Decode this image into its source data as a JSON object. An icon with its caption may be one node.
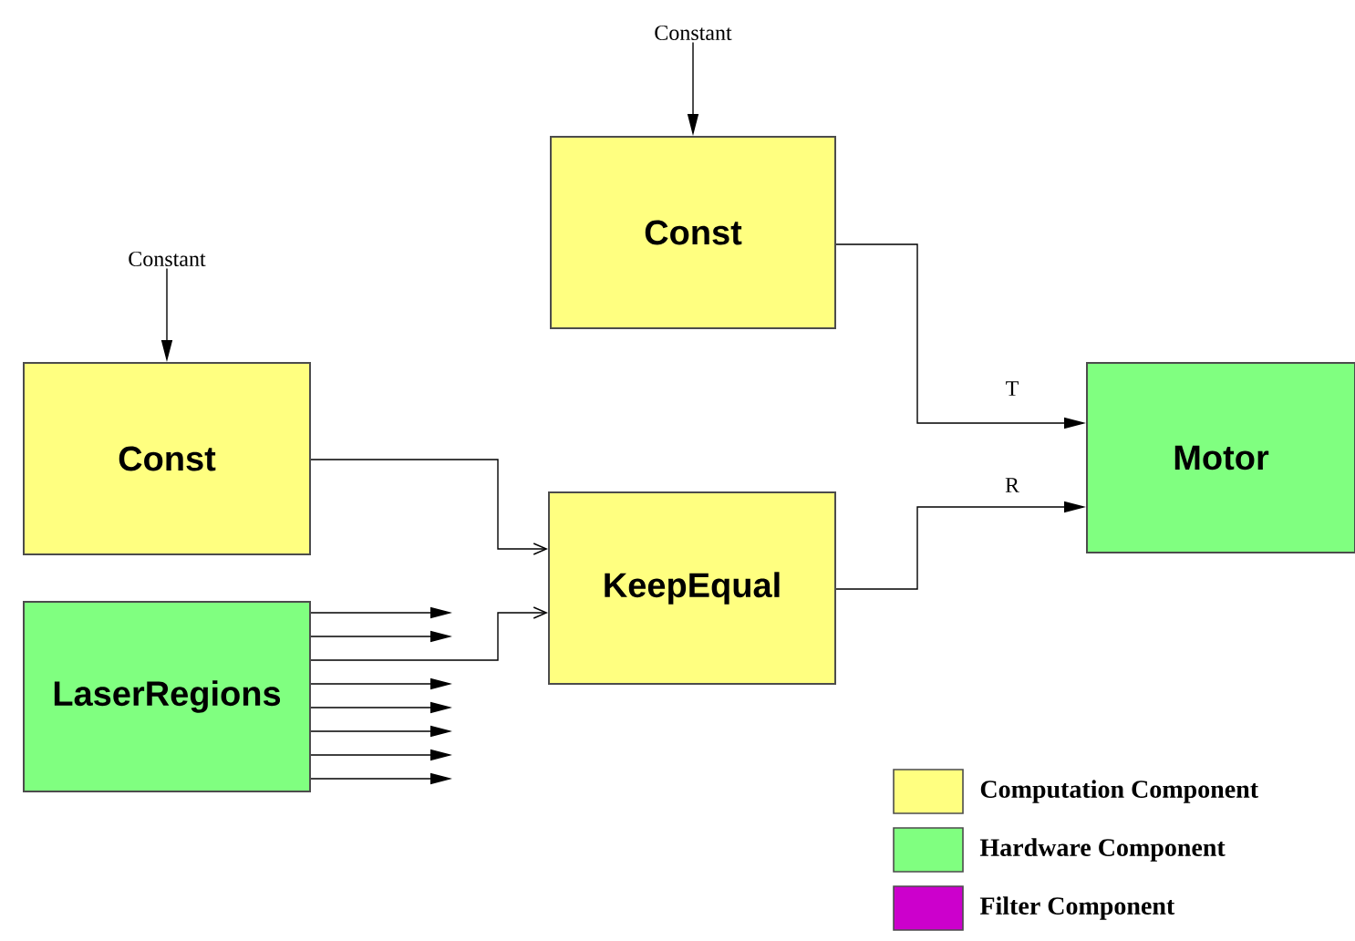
{
  "diagram": {
    "nodes": [
      {
        "text": [
          "Constant"
        ]
      },
      {
        "text": [
          "Const"
        ]
      },
      {
        "text": [
          "Constant"
        ]
      },
      {
        "text": [
          "Const"
        ]
      },
      {
        "text": [
          "Motor"
        ]
      },
      {
        "text": [
          "KeepEqual"
        ]
      },
      {
        "text": [
          "LaserRegions"
        ]
      }
    ],
    "edges": [
      {
        "from": 0,
        "to": 1,
        "arrow": "to"
      },
      {
        "from": 2,
        "to": 3,
        "arrow": "to"
      },
      {
        "from": 1,
        "to": 4,
        "arrow": "to",
        "label": "T"
      },
      {
        "from": 5,
        "to": 4,
        "arrow": "to",
        "label": "R"
      },
      {
        "from": 3,
        "to": 5,
        "arrow": "to"
      },
      {
        "from": 6,
        "to": 5,
        "arrow": "to"
      },
      {
        "from": 6,
        "to": null,
        "arrow": "to"
      },
      {
        "from": 6,
        "to": null,
        "arrow": "to"
      },
      {
        "from": 6,
        "to": null,
        "arrow": "to"
      },
      {
        "from": 6,
        "to": null,
        "arrow": "to"
      },
      {
        "from": 6,
        "to": null,
        "arrow": "to"
      },
      {
        "from": 6,
        "to": null,
        "arrow": "to"
      },
      {
        "from": 6,
        "to": null,
        "arrow": "to"
      }
    ],
    "legend": [
      {
        "text": "Computation Component",
        "color": "#ffff80"
      },
      {
        "text": "Hardware Component",
        "color": "#80ff80"
      },
      {
        "text": "Filter Component",
        "color": "#cc00cc"
      }
    ]
  }
}
